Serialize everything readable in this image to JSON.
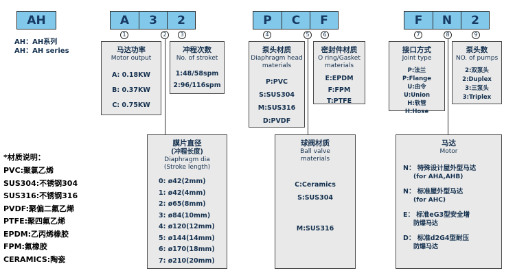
{
  "model_code": {
    "ah": "AH",
    "ah_note_cn": "AH：AH系列",
    "ah_note_en": "AH：AH series",
    "cells": [
      {
        "char": "A",
        "num": "1"
      },
      {
        "char": "3",
        "num": "2"
      },
      {
        "char": "2",
        "num": "3"
      },
      {
        "char": "P",
        "num": "4"
      },
      {
        "char": "C",
        "num": "5"
      },
      {
        "char": "F",
        "num": "6"
      },
      {
        "char": "F",
        "num": "7"
      },
      {
        "char": "N",
        "num": "8"
      },
      {
        "char": "2",
        "num": "9"
      }
    ]
  },
  "boxes": {
    "motor_output": {
      "title_cn": "马达功率",
      "title_en": "Motor output",
      "items": [
        "A: 0.18KW",
        "B: 0.37KW",
        "C: 0.75KW"
      ]
    },
    "strokes": {
      "title_cn": "冲程次数",
      "title_en": "No. of stroket",
      "items": [
        "1:48/58spm",
        "2:96/116spm"
      ]
    },
    "head_material": {
      "title_cn": "泵头材质",
      "title_en1": "Diaphragm head",
      "title_en2": "materials",
      "items": [
        "P:PVC",
        "S:SUS304",
        "M:SUS316",
        "D:PVDF"
      ]
    },
    "seal_material": {
      "title_cn": "密封件材质",
      "title_en1": "O ring/Gasket",
      "title_en2": "materials",
      "items": [
        "E:EPDM",
        "F:FPM",
        "T:PTFE"
      ]
    },
    "joint_type": {
      "title_cn": "接口方式",
      "title_en": "Joint type",
      "items": [
        "P:法兰",
        "P:Flange",
        "U:由令",
        "U:Union",
        "H:软管",
        "H:Hose"
      ]
    },
    "pumps": {
      "title_cn": "泵头数",
      "title_en": "NO. of pumps",
      "items": [
        "2:双泵头",
        "2:Duplex",
        "3:三泵头",
        "3:Triplex"
      ]
    },
    "diaphragm": {
      "title_cn1": "膜片直径",
      "title_cn2": "(冲程长度)",
      "title_en1": "Diaphragm dia",
      "title_en2": "(Stroke length)",
      "items": [
        "0: ø42(2mm)",
        "1: ø42(4mm)",
        "2: ø65(8mm)",
        "3: ø84(10mm)",
        "4: ø120(12mm)",
        "5: ø144(14mm)",
        "6: ø170(18mm)",
        "7: ø210(20mm)"
      ]
    },
    "ball_valve": {
      "title_cn": "球阀材质",
      "title_en1": "Ball valve",
      "title_en2": "materials",
      "items": [
        "C:Ceramics",
        "S:SUS304",
        "M:SUS316"
      ]
    },
    "motor": {
      "title_cn": "马达",
      "title_en": "Motor",
      "items": [
        {
          "line1": "N： 特殊设计屋外型马达",
          "line2": "(for AHA,AHB)"
        },
        {
          "line1": "N： 标准屋外型马达",
          "line2": "(for AHC)"
        },
        {
          "line1": "E： 标准eG3型安全增",
          "line2": "防爆马达"
        },
        {
          "line1": "D： 标准d2G4型耐压",
          "line2": "防爆马达"
        }
      ]
    }
  },
  "legend": {
    "title": "*材质说明：",
    "items": [
      "PVC:聚氯乙烯",
      "SUS304:不锈钢304",
      "SUS316:不锈钢316",
      "PVDF:聚偏二氟乙烯",
      "PTFE:聚四氟乙烯",
      "EPDM:乙丙烯橡胶",
      "FPM:氟橡胶",
      "CERAMICS:陶瓷"
    ]
  },
  "colors": {
    "cell_blue": "#82c8ea",
    "box_gray": "#e9e9e9",
    "ink": "#14304e"
  }
}
